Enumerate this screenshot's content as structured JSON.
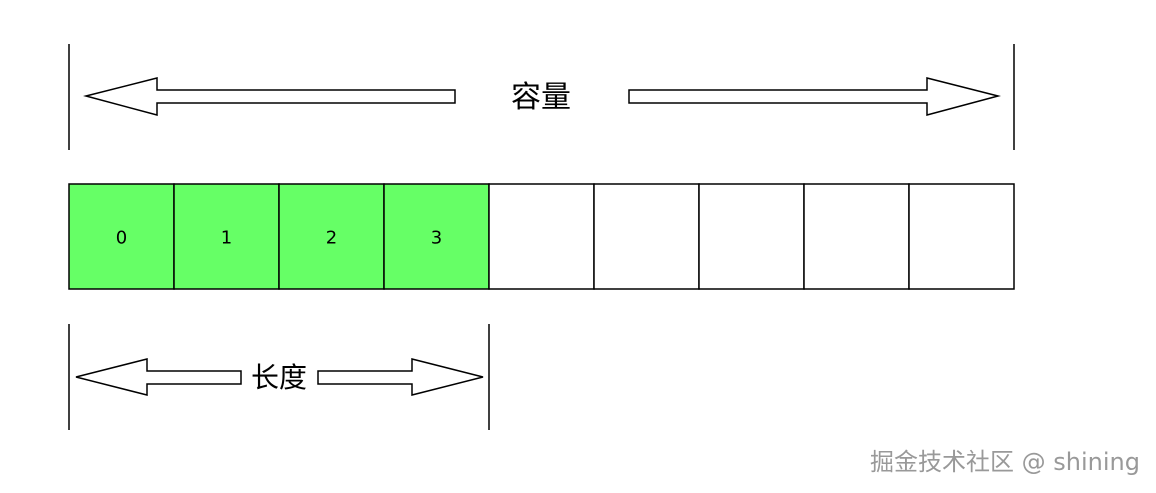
{
  "capacity": {
    "label": "容量"
  },
  "length": {
    "label": "长度"
  },
  "array": {
    "filled_color": "#66FF66",
    "border_color": "#000000",
    "cells": [
      {
        "label": "0",
        "filled": true
      },
      {
        "label": "1",
        "filled": true
      },
      {
        "label": "2",
        "filled": true
      },
      {
        "label": "3",
        "filled": true
      },
      {
        "label": "",
        "filled": false
      },
      {
        "label": "",
        "filled": false
      },
      {
        "label": "",
        "filled": false
      },
      {
        "label": "",
        "filled": false
      },
      {
        "label": "",
        "filled": false
      }
    ]
  },
  "watermark": {
    "text": "掘金技术社区 @ shining"
  }
}
